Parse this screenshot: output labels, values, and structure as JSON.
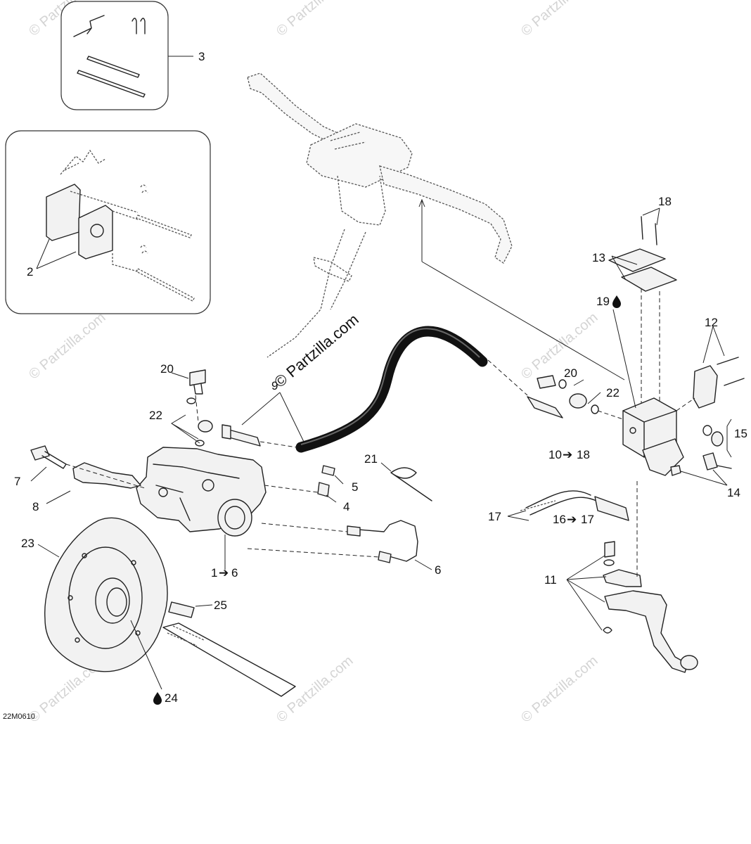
{
  "diagram": {
    "brand_watermark": "© Partzilla.com",
    "figure_code": "22M0610",
    "callouts": {
      "c1": "1",
      "c1_range": "6",
      "c2": "2",
      "c3": "3",
      "c4": "4",
      "c5": "5",
      "c6": "6",
      "c7": "7",
      "c8": "8",
      "c9": "9",
      "c10": "10",
      "c10_range": "18",
      "c11": "11",
      "c12": "12",
      "c13": "13",
      "c14": "14",
      "c15": "15",
      "c16": "16",
      "c16_range": "17",
      "c17": "17",
      "c18": "18",
      "c19": "19",
      "c20a": "20",
      "c20b": "20",
      "c21": "21",
      "c22a": "22",
      "c22b": "22",
      "c23": "23",
      "c24": "24",
      "c25": "25"
    },
    "range_arrow": "➔",
    "icons": [
      "oil-drop-icon",
      "arrow-right-icon"
    ]
  }
}
